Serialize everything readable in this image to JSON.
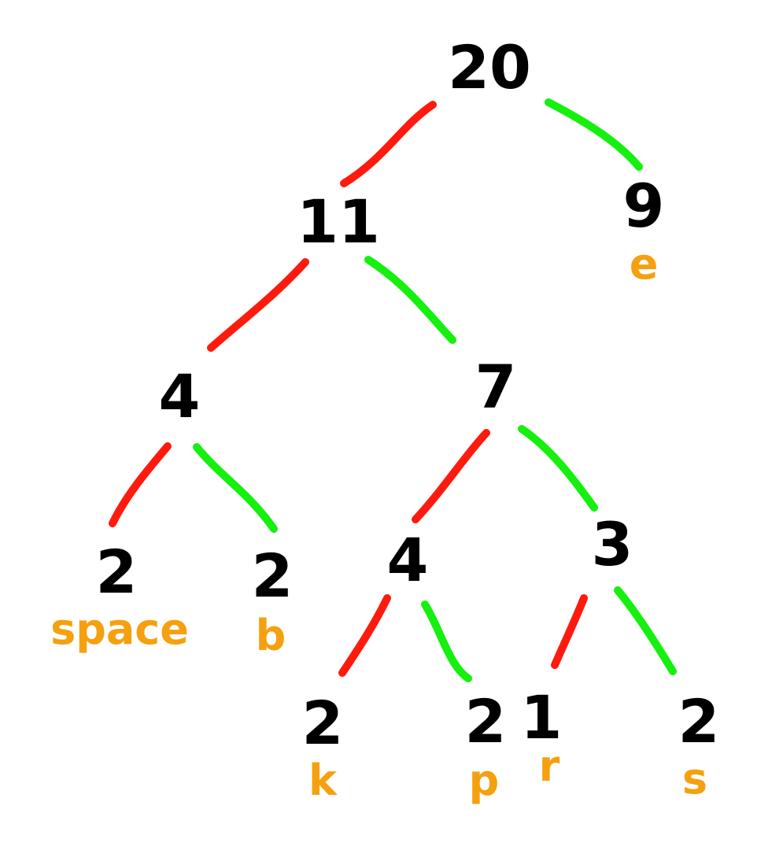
{
  "colors": {
    "weight_text": "#000000",
    "symbol_text": "#f5a00f",
    "left_edge": "#ff1a0e",
    "right_edge": "#15f00e"
  },
  "tree": {
    "nodes": {
      "root": {
        "weight": "20"
      },
      "n11": {
        "weight": "11"
      },
      "e": {
        "weight": "9",
        "symbol": "e"
      },
      "n4a": {
        "weight": "4"
      },
      "n7": {
        "weight": "7"
      },
      "space": {
        "weight": "2",
        "symbol": "space"
      },
      "b": {
        "weight": "2",
        "symbol": "b"
      },
      "n4b": {
        "weight": "4"
      },
      "n3": {
        "weight": "3"
      },
      "k": {
        "weight": "2",
        "symbol": "k"
      },
      "p": {
        "weight": "2",
        "symbol": "p"
      },
      "r": {
        "weight": "1",
        "symbol": "r"
      },
      "s": {
        "weight": "2",
        "symbol": "s"
      }
    },
    "edges": [
      {
        "from": "root",
        "to": "n11",
        "side": "left"
      },
      {
        "from": "root",
        "to": "e",
        "side": "right"
      },
      {
        "from": "n11",
        "to": "n4a",
        "side": "left"
      },
      {
        "from": "n11",
        "to": "n7",
        "side": "right"
      },
      {
        "from": "n4a",
        "to": "space",
        "side": "left"
      },
      {
        "from": "n4a",
        "to": "b",
        "side": "right"
      },
      {
        "from": "n7",
        "to": "n4b",
        "side": "left"
      },
      {
        "from": "n7",
        "to": "n3",
        "side": "right"
      },
      {
        "from": "n4b",
        "to": "k",
        "side": "left"
      },
      {
        "from": "n4b",
        "to": "p",
        "side": "right"
      },
      {
        "from": "n3",
        "to": "r",
        "side": "left"
      },
      {
        "from": "n3",
        "to": "s",
        "side": "right"
      }
    ]
  }
}
